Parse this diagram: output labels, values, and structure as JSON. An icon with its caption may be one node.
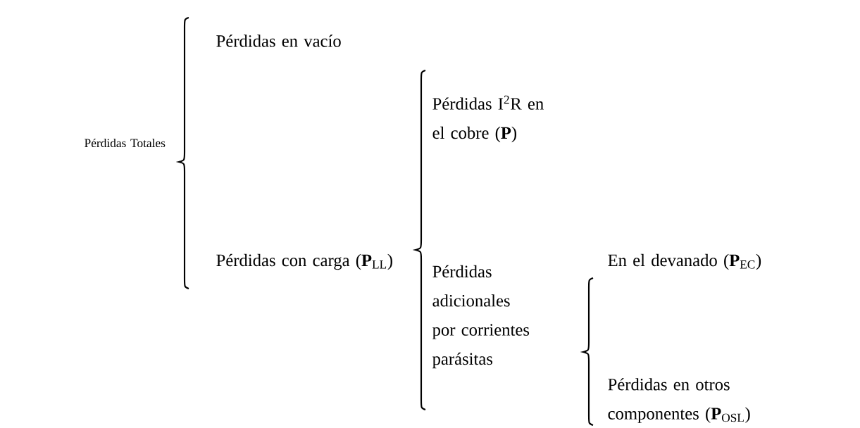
{
  "diagram": {
    "nodes": [
      {
        "text": [
          "Pérdidas Totales"
        ]
      },
      {
        "text": [
          "Pérdidas en vacío"
        ]
      },
      {
        "text": [
          "Pérdidas con carga (**P**$_{LL}$)"
        ]
      },
      {
        "text": [
          "Pérdidas I$^{2}$R en el cobre (**P**)"
        ]
      },
      {
        "text": [
          "Pérdidas adicionales por corrientes parásitas"
        ]
      },
      {
        "text": [
          "En el devanado (**P**$_{EC}$)"
        ]
      },
      {
        "text": [
          "Pérdidas en otros componentes (**P**$_{OSL}$)"
        ]
      }
    ]
  }
}
